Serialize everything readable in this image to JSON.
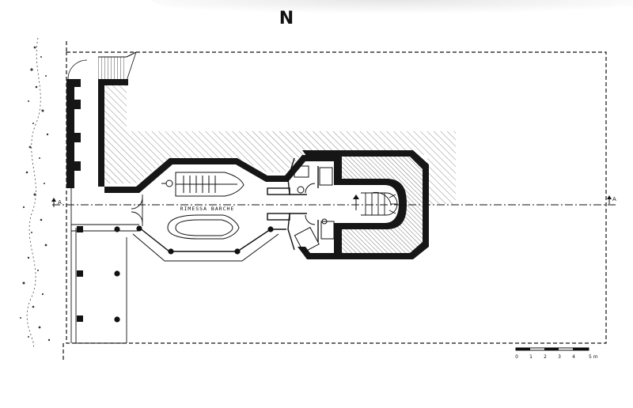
{
  "drawing": {
    "north_label": "N",
    "room_label": "RIMESSA BARCHE",
    "section_marker_left": "A",
    "section_marker_right": "A",
    "scale_ticks": [
      "0",
      "1",
      "2",
      "3",
      "4",
      "5 m"
    ]
  },
  "colors": {
    "paper": "#ffffff",
    "ink": "#111111",
    "hatch": "#8a8a8a",
    "shadow": "#d8d8d8"
  }
}
